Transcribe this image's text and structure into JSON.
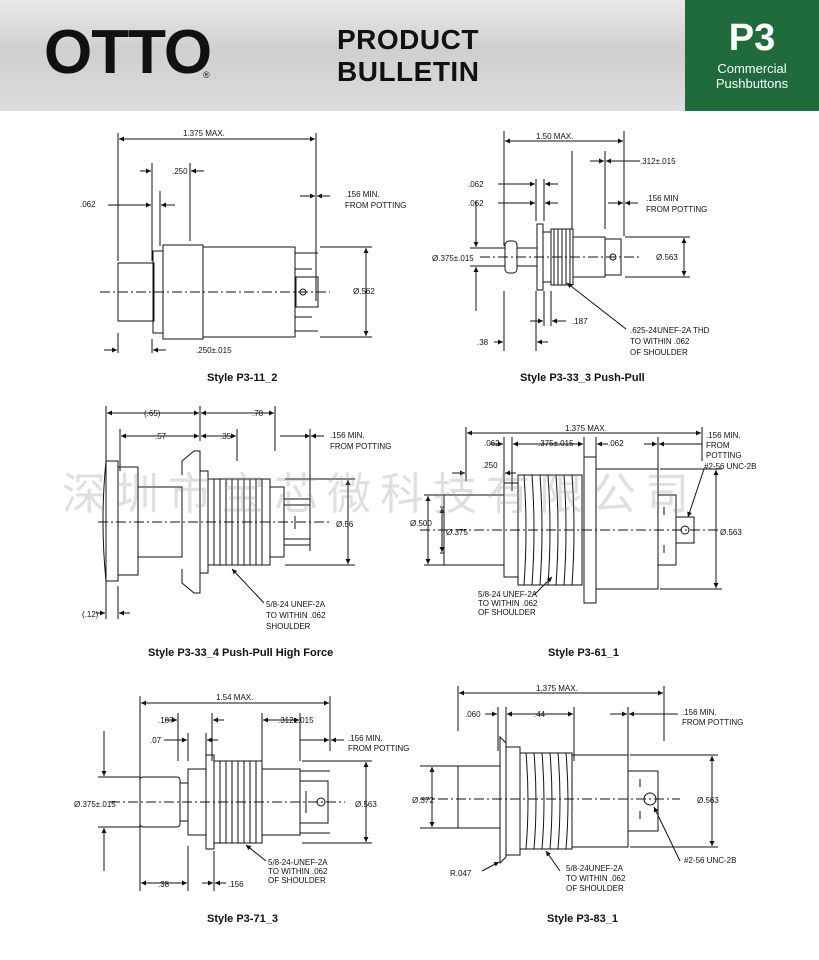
{
  "header": {
    "logo": "OTTO",
    "logo_mark": "®",
    "bulletin_line1": "PRODUCT",
    "bulletin_line2": "BULLETIN",
    "badge_code": "P3",
    "badge_line1": "Commercial",
    "badge_line2": "Pushbuttons",
    "badge_color": "#1f6b3c"
  },
  "watermark": "深圳市宝芯微科技有限公司",
  "drawings": {
    "d1": {
      "caption": "Style P3-11_2",
      "dims": [
        ".062",
        ".250",
        "1.375 MAX.",
        ".156 MIN.",
        "FROM POTTING",
        "Ø.562",
        ".250±.015"
      ]
    },
    "d2": {
      "caption": "Style P3-33_3 Push-Pull",
      "dims": [
        "1.50 MAX.",
        ".312±.015",
        ".062",
        ".062",
        ".156 MIN",
        "FROM POTTING",
        "Ø.375±.015",
        "Ø.563",
        ".38",
        ".187",
        ".625-24UNEF-2A THD",
        "TO WITHIN .062",
        "OF SHOULDER"
      ]
    },
    "d3": {
      "caption": "Style P3-33_4 Push-Pull High Force",
      "dims": [
        "(.65)",
        ".78",
        ".57",
        ".35",
        ".156 MIN.",
        "FROM POTTING",
        "Ø.56",
        "5/8-24 UNEF-2A",
        "TO WITHIN .062",
        "SHOULDER",
        "(.12)"
      ]
    },
    "d4": {
      "caption": "Style P3-61_1",
      "dims": [
        "1.375 MAX.",
        ".062",
        ".375±.015",
        ".062",
        ".156 MIN.",
        "FROM",
        "POTTING",
        ".250",
        "#2-56 UNC-2B",
        "Ø.500",
        "Ø.375",
        "Ø.563",
        "5/8-24 UNEF-2A",
        "TO WITHIN .062",
        "OF SHOULDER"
      ]
    },
    "d5": {
      "caption": "Style P3-71_3",
      "dims": [
        "1.54 MAX.",
        ".187",
        ".312±.015",
        ".07",
        ".156 MIN.",
        "FROM POTTING",
        "Ø.375±.015",
        "Ø.563",
        "5/8-24-UNEF-2A",
        "TO WITHIN .062",
        "OF SHOULDER",
        ".38",
        ".156"
      ]
    },
    "d6": {
      "caption": "Style P3-83_1",
      "dims": [
        "1.375 MAX.",
        ".060",
        ".44",
        ".156 MIN.",
        "FROM POTTING",
        "Ø.372",
        "Ø.563",
        "R.047",
        "5/8-24UNEF-2A",
        "TO WITHIN .062",
        "OF SHOULDER",
        "#2-56 UNC-2B"
      ]
    }
  }
}
